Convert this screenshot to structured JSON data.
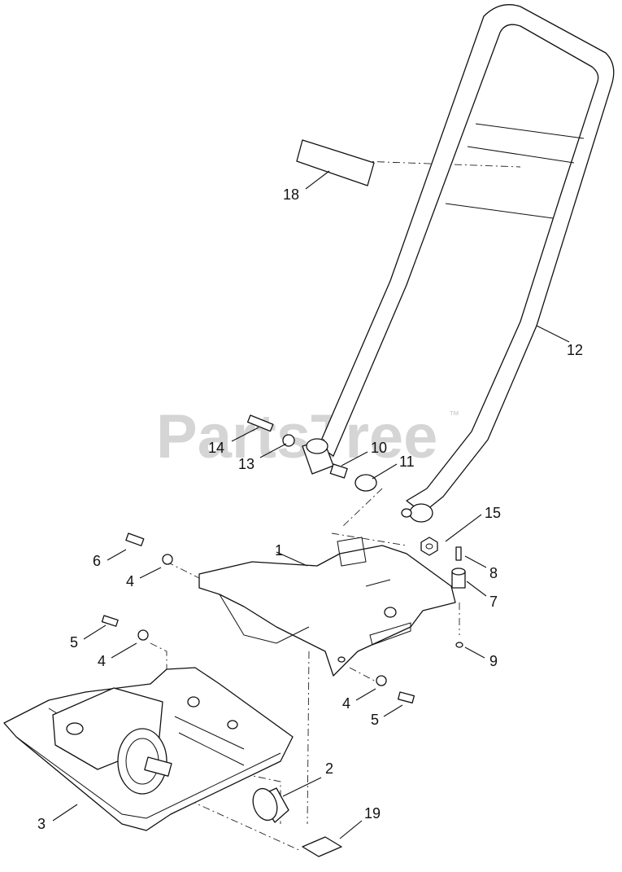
{
  "watermark": {
    "text": "PartsTree",
    "trademark": "™"
  },
  "callouts": {
    "c1": "1",
    "c2": "2",
    "c3": "3",
    "c4a": "4",
    "c4b": "4",
    "c4c": "4",
    "c5a": "5",
    "c5b": "5",
    "c6": "6",
    "c7": "7",
    "c8": "8",
    "c9": "9",
    "c10": "10",
    "c11": "11",
    "c12": "12",
    "c13": "13",
    "c14": "14",
    "c15": "15",
    "c18": "18",
    "c19": "19"
  }
}
